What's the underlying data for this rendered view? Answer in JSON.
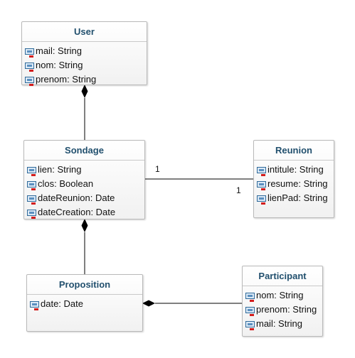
{
  "classes": {
    "user": {
      "name": "User",
      "attributes": [
        "mail: String",
        "nom: String",
        "prenom: String"
      ]
    },
    "sondage": {
      "name": "Sondage",
      "attributes": [
        "lien: String",
        "clos: Boolean",
        "dateReunion: Date",
        "dateCreation: Date"
      ]
    },
    "reunion": {
      "name": "Reunion",
      "attributes": [
        "intitule: String",
        "resume: String",
        "lienPad: String"
      ]
    },
    "proposition": {
      "name": "Proposition",
      "attributes": [
        "date: Date"
      ]
    },
    "participant": {
      "name": "Participant",
      "attributes": [
        "nom: String",
        "prenom: String",
        "mail: String"
      ]
    }
  },
  "associations": {
    "sondage_reunion": {
      "kind": "association",
      "from_multiplicity": "1",
      "to_multiplicity": "1"
    },
    "user_sondage": {
      "kind": "composition"
    },
    "sondage_proposition": {
      "kind": "composition"
    },
    "proposition_participant": {
      "kind": "composition"
    }
  },
  "colors": {
    "class_title": "#22506e",
    "class_border": "#b9b9b9",
    "line": "#000000"
  },
  "icons": {
    "attribute": "attribute-icon",
    "composition_end": "filled-diamond"
  }
}
